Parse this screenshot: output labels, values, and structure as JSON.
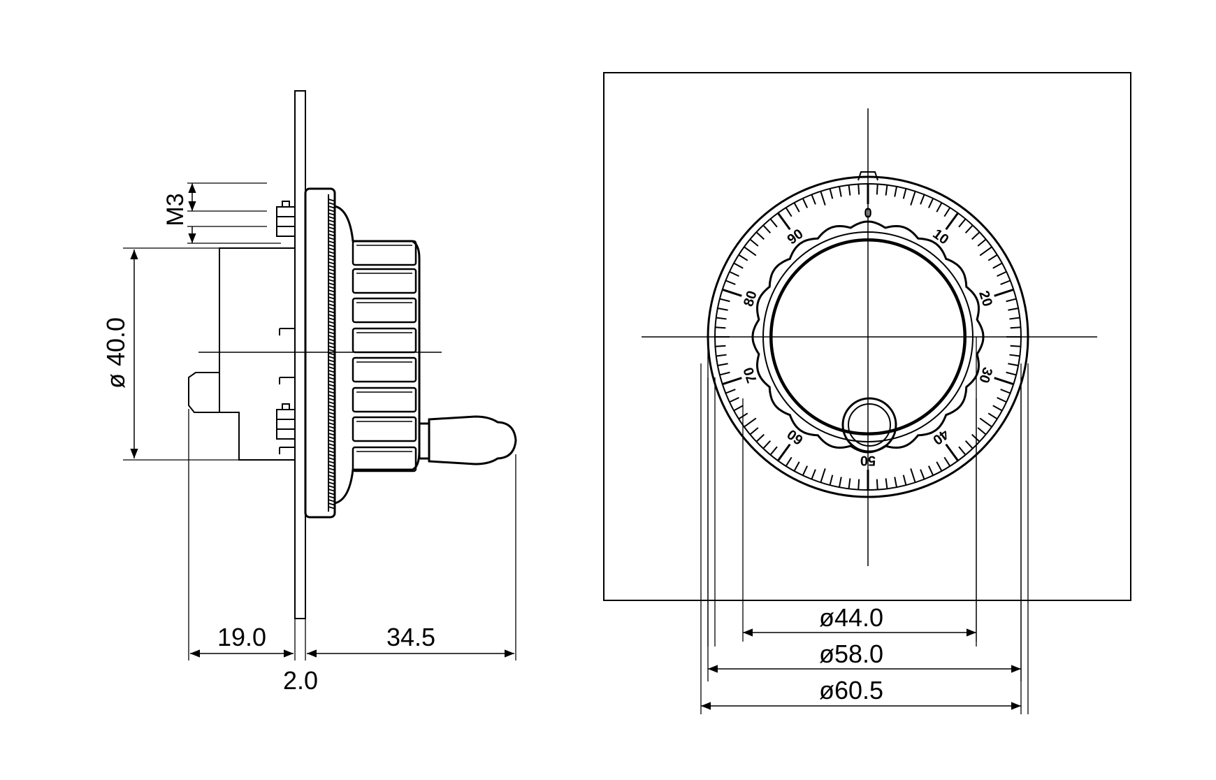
{
  "dimensions": {
    "thread": "M3",
    "body_diameter": "ø 40.0",
    "rear_depth": "19.0",
    "panel_thickness": "2.0",
    "front_depth": "34.5",
    "inner_diameter": "ø44.0",
    "scale_diameter": "ø58.0",
    "outer_diameter": "ø60.5"
  },
  "dial": {
    "labels": [
      "0",
      "10",
      "20",
      "30",
      "40",
      "50",
      "60",
      "70",
      "80",
      "90"
    ],
    "major_ticks": 10,
    "minor_ticks": 100
  },
  "colors": {
    "line": "#000000",
    "background": "#ffffff"
  }
}
